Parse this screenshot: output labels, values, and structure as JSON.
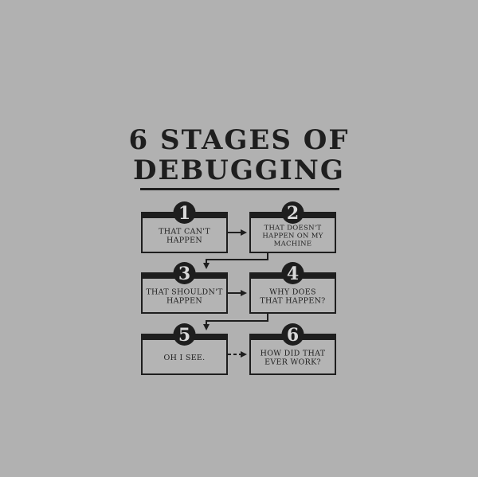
{
  "title": {
    "line1": "6 STAGES OF",
    "line2": "DEBUGGING"
  },
  "stages": [
    {
      "number": "1",
      "lines": [
        "THAT CAN'T",
        "HAPPEN"
      ]
    },
    {
      "number": "2",
      "lines": [
        "THAT DOESN'T",
        "HAPPEN ON MY",
        "MACHINE"
      ]
    },
    {
      "number": "3",
      "lines": [
        "THAT SHOULDN'T",
        "HAPPEN"
      ]
    },
    {
      "number": "4",
      "lines": [
        "WHY DOES",
        "THAT HAPPEN?"
      ]
    },
    {
      "number": "5",
      "lines": [
        "OH I SEE."
      ]
    },
    {
      "number": "6",
      "lines": [
        "HOW DID THAT",
        "EVER WORK?"
      ]
    }
  ],
  "colors": {
    "background": "#b1b1b1",
    "ink": "#1e1e1e",
    "box_fill": "#b4b4b4",
    "number_text": "#d8d8d8"
  }
}
